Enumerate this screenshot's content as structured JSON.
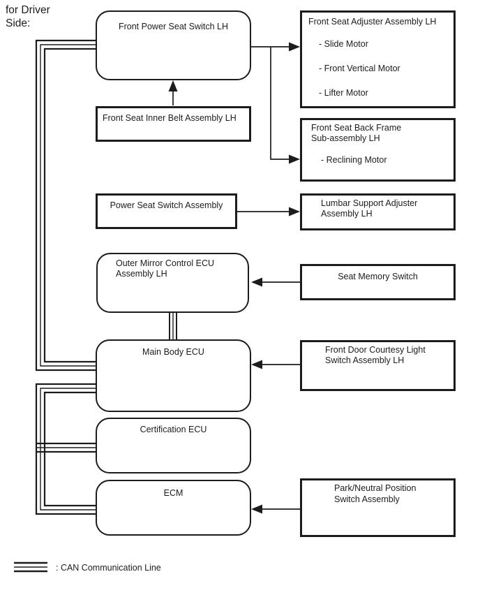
{
  "header": {
    "line1": "for Driver",
    "line2": "Side:"
  },
  "nodes": {
    "front_power_seat_switch": {
      "label": "Front Power Seat Switch LH"
    },
    "front_seat_inner_belt": {
      "label": "Front Seat Inner Belt Assembly LH"
    },
    "front_seat_adjuster": {
      "title": "Front Seat Adjuster Assembly LH",
      "items": [
        "- Slide Motor",
        "- Front Vertical Motor",
        "- Lifter Motor"
      ]
    },
    "front_seat_back_frame": {
      "title_line1": "Front Seat Back Frame",
      "title_line2": "Sub-assembly LH",
      "items": [
        "- Reclining Motor"
      ]
    },
    "power_seat_switch_assembly": {
      "label": "Power Seat Switch Assembly"
    },
    "lumbar_support_adjuster": {
      "label_line1": "Lumbar Support Adjuster",
      "label_line2": "Assembly LH"
    },
    "outer_mirror_control_ecu": {
      "label_line1": "Outer Mirror Control ECU",
      "label_line2": "Assembly LH"
    },
    "seat_memory_switch": {
      "label": "Seat Memory Switch"
    },
    "main_body_ecu": {
      "label": "Main Body ECU"
    },
    "front_door_courtesy_light_switch": {
      "label_line1": "Front Door Courtesy Light",
      "label_line2": "Switch Assembly LH"
    },
    "certification_ecu": {
      "label": "Certification ECU"
    },
    "ecm": {
      "label": "ECM"
    },
    "park_neutral_position_switch": {
      "label_line1": "Park/Neutral Position",
      "label_line2": "Switch Assembly"
    }
  },
  "edges": [
    {
      "from": "front_power_seat_switch",
      "to": "front_seat_adjuster",
      "type": "arrow"
    },
    {
      "from": "front_power_seat_switch",
      "to": "front_seat_back_frame",
      "type": "arrow"
    },
    {
      "from": "front_seat_inner_belt",
      "to": "front_power_seat_switch",
      "type": "arrow"
    },
    {
      "from": "power_seat_switch_assembly",
      "to": "lumbar_support_adjuster",
      "type": "arrow"
    },
    {
      "from": "seat_memory_switch",
      "to": "outer_mirror_control_ecu",
      "type": "arrow"
    },
    {
      "from": "front_door_courtesy_light_switch",
      "to": "main_body_ecu",
      "type": "arrow"
    },
    {
      "from": "park_neutral_position_switch",
      "to": "ecm",
      "type": "arrow"
    },
    {
      "from": "front_power_seat_switch",
      "to": "main_body_ecu",
      "type": "can"
    },
    {
      "from": "main_body_ecu",
      "to": "certification_ecu",
      "type": "can"
    },
    {
      "from": "main_body_ecu",
      "to": "ecm",
      "type": "can"
    },
    {
      "from": "outer_mirror_control_ecu",
      "to": "main_body_ecu",
      "type": "can"
    }
  ],
  "legend": {
    "label": ": CAN Communication Line"
  },
  "colors": {
    "line": "#1c1c1c",
    "background": "#ffffff"
  }
}
